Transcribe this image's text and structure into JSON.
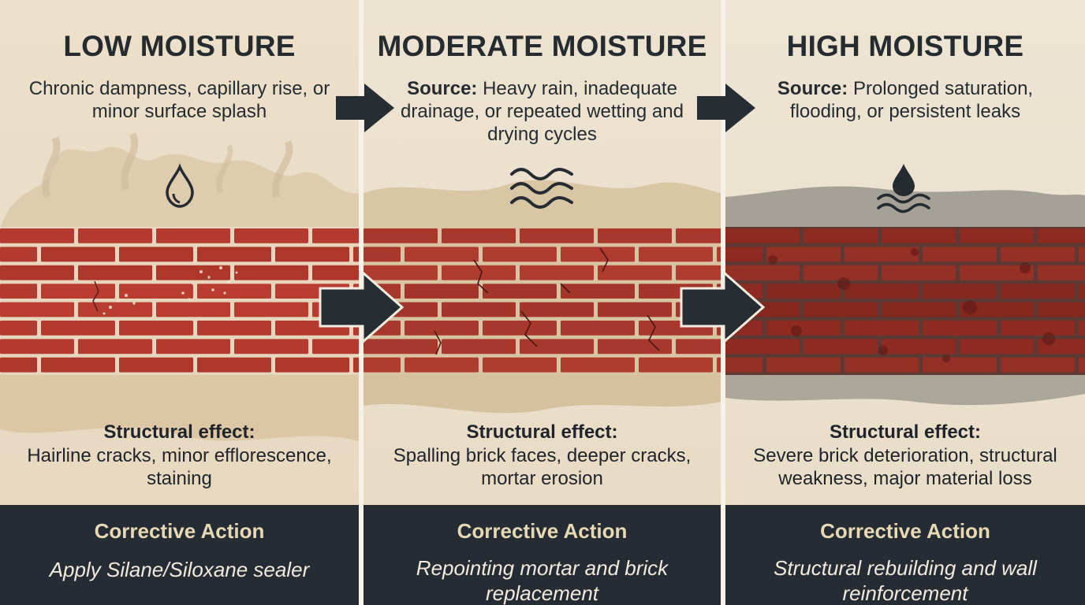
{
  "columns": [
    {
      "title": "LOW MOISTURE",
      "source_label": "",
      "source_text": "Chronic dampness, capillary rise, or minor surface splash",
      "effect_label": "Structural effect:",
      "effect_text": "Hairline cracks, minor efflorescence, staining",
      "action_label": "Corrective Action",
      "action_text": "Apply Silane/Siloxane sealer",
      "icon": "water-drop-icon"
    },
    {
      "title": "MODERATE MOISTURE",
      "source_label": "Source:",
      "source_text": "Heavy rain, inadequate drainage, or repeated wetting and drying cycles",
      "effect_label": "Structural effect:",
      "effect_text": "Spalling brick faces, deeper cracks, mortar erosion",
      "action_label": "Corrective Action",
      "action_text": "Repointing mortar and brick replacement",
      "icon": "waves-icon"
    },
    {
      "title": "HIGH MOISTURE",
      "source_label": "Source:",
      "source_text": "Prolonged saturation, flooding, or persistent leaks",
      "effect_label": "Structural effect:",
      "effect_text": "Severe brick deterioration, structural weakness, major material loss",
      "action_label": "Corrective Action",
      "action_text": "Structural rebuilding and wall reinforcement",
      "icon": "drop-over-waves-icon"
    }
  ],
  "colors": {
    "background": "#ede2cf",
    "action_bar": "#252c33",
    "action_heading": "#e8d9b5",
    "brick_low": "#b33a2e",
    "brick_moderate": "#a8372c",
    "brick_high": "#8d2a22",
    "mortar": "#e7d6bd",
    "arrow": "#262d33"
  }
}
